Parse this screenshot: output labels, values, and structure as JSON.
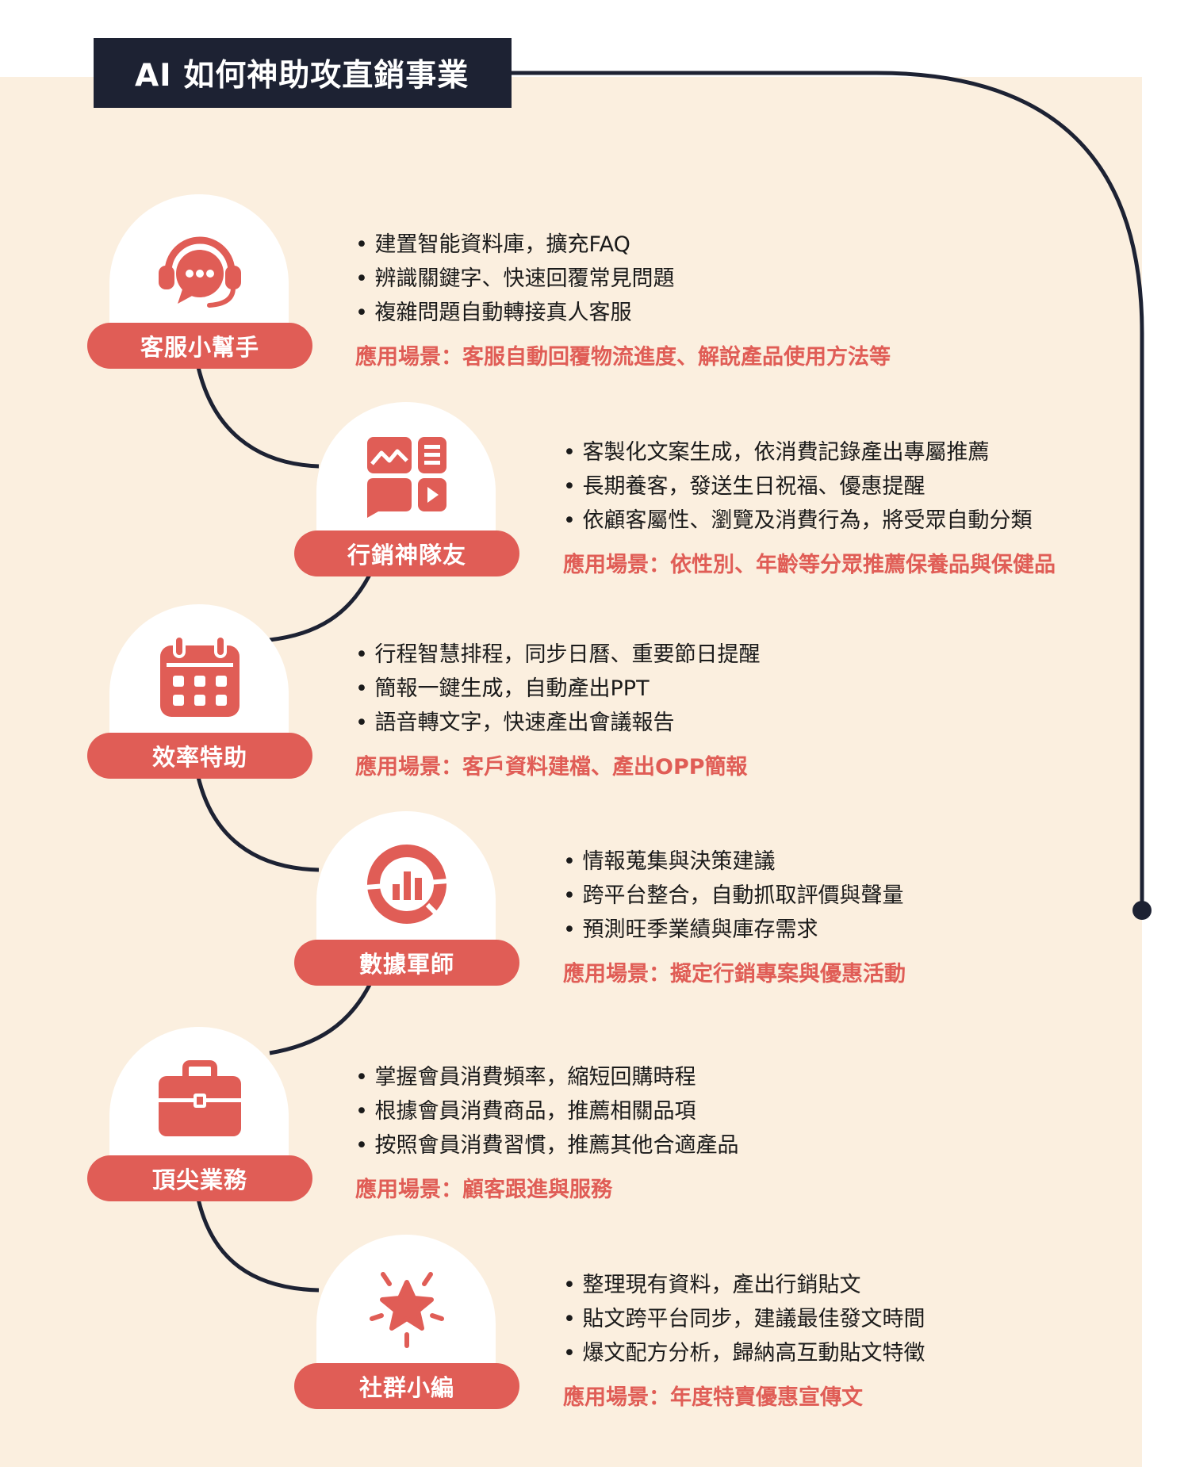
{
  "title": "AI 如何神助攻直銷事業",
  "colors": {
    "accent": "#e05d56",
    "background": "#fbefdf",
    "title_bg": "#1d2233",
    "line": "#1d2233"
  },
  "scenario_prefix": "應用場景：",
  "sections": [
    {
      "label": "客服小幫手",
      "icon": "headset-chat-icon",
      "bullets": [
        "建置智能資料庫，擴充FAQ",
        "辨識關鍵字、快速回覆常見問題",
        "複雜問題自動轉接真人客服"
      ],
      "scenario": "應用場景：客服自動回覆物流進度、解說產品使用方法等"
    },
    {
      "label": "行銷神隊友",
      "icon": "marketing-dashboard-icon",
      "bullets": [
        "客製化文案生成，依消費記錄產出專屬推薦",
        "長期養客，發送生日祝福、優惠提醒",
        "依顧客屬性、瀏覽及消費行為，將受眾自動分類"
      ],
      "scenario": "應用場景：依性別、年齡等分眾推薦保養品與保健品"
    },
    {
      "label": "效率特助",
      "icon": "calendar-icon",
      "bullets": [
        "行程智慧排程，同步日曆、重要節日提醒",
        "簡報一鍵生成，自動產出PPT",
        "語音轉文字，快速產出會議報告"
      ],
      "scenario": "應用場景：客戶資料建檔、產出OPP簡報"
    },
    {
      "label": "數據軍師",
      "icon": "analytics-chart-icon",
      "bullets": [
        "情報蒐集與決策建議",
        "跨平台整合，自動抓取評價與聲量",
        "預測旺季業績與庫存需求"
      ],
      "scenario": "應用場景：擬定行銷專案與優惠活動"
    },
    {
      "label": "頂尖業務",
      "icon": "briefcase-icon",
      "bullets": [
        "掌握會員消費頻率，縮短回購時程",
        "根據會員消費商品，推薦相關品項",
        "按照會員消費習慣，推薦其他合適產品"
      ],
      "scenario": "應用場景：顧客跟進與服務"
    },
    {
      "label": "社群小編",
      "icon": "star-burst-icon",
      "bullets": [
        "整理現有資料，產出行銷貼文",
        "貼文跨平台同步，建議最佳發文時間",
        "爆文配方分析，歸納高互動貼文特徵"
      ],
      "scenario": "應用場景：年度特賣優惠宣傳文"
    }
  ]
}
